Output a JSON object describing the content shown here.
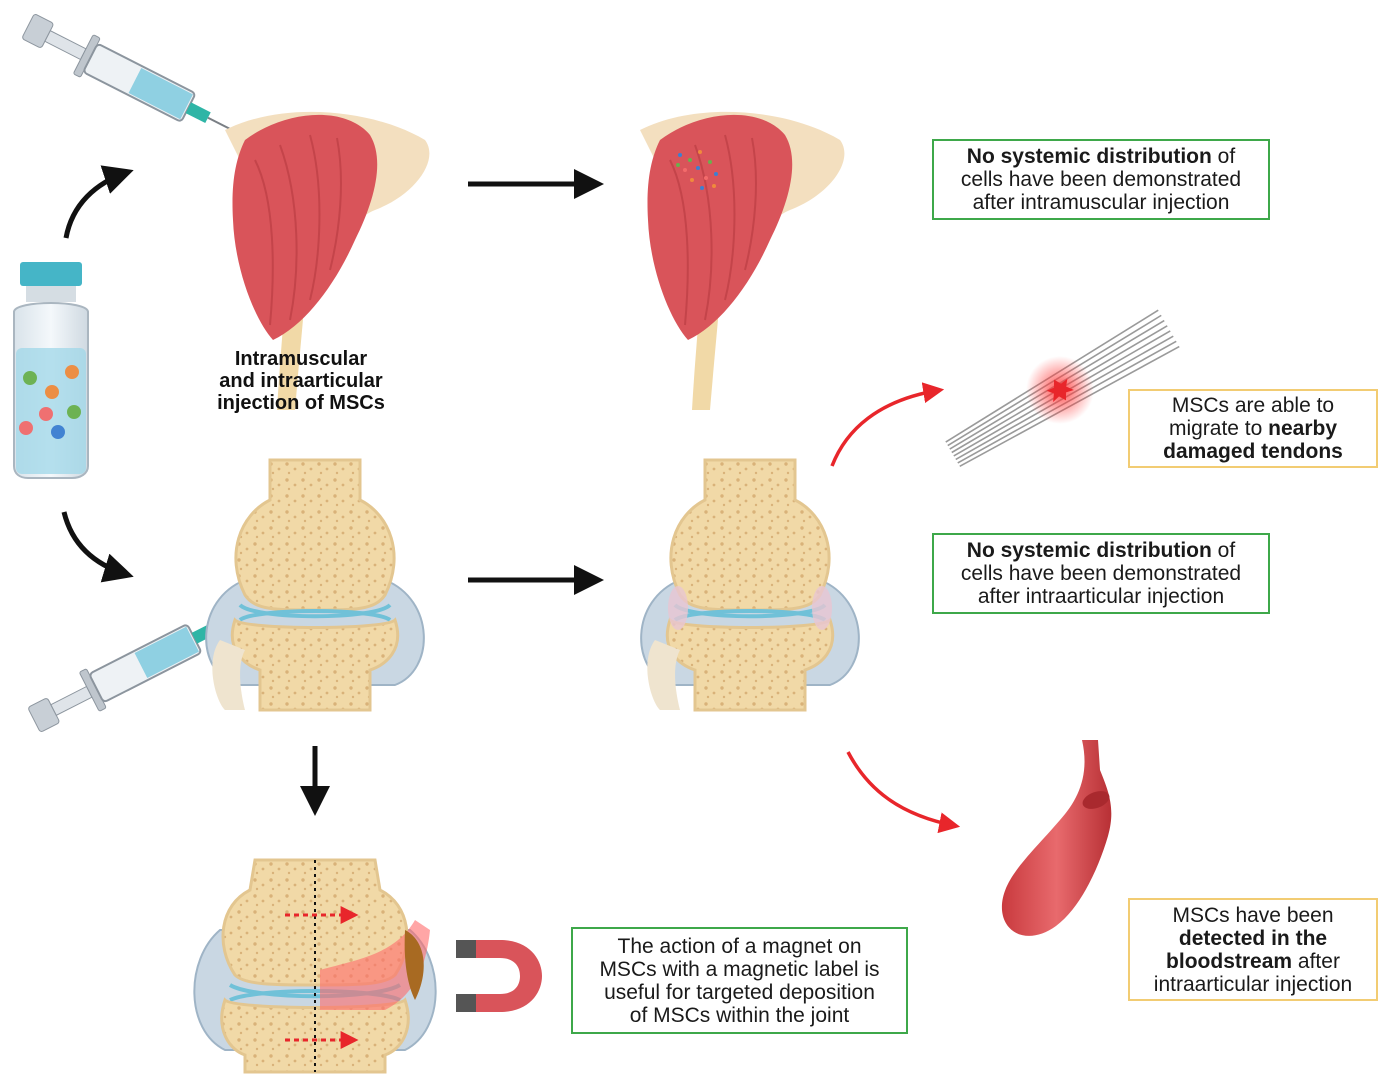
{
  "injection_label": [
    "Intramuscular",
    "and intraarticular",
    "injection of MSCs"
  ],
  "notes": {
    "intramuscular": {
      "line1_bold": "No systemic distribution",
      "line1_rest": " of",
      "line2": "cells have been demonstrated",
      "line3": "after intramuscular injection"
    },
    "intraarticular": {
      "line1_bold": "No systemic distribution",
      "line1_rest": " of",
      "line2": "cells have been demonstrated",
      "line3": "after intraarticular injection"
    },
    "tendons": {
      "line1": "MSCs are able to",
      "line2_plain": "migrate to ",
      "line2_bold": "nearby",
      "line3_bold": "damaged tendons"
    },
    "bloodstream": {
      "line1": "MSCs have been",
      "line2_bold": "detected in the",
      "line3_bold": "bloodstream",
      "line3_rest": " after",
      "line4": "intraarticular injection"
    },
    "magnet": {
      "line1": "The action of a magnet on",
      "line2": "MSCs with a magnetic label is",
      "line3": "useful for targeted deposition",
      "line4": "of MSCs within the joint"
    }
  },
  "colors": {
    "muscle": "#d9545a",
    "bone": "#f1d9a7",
    "arrow_black": "#111111",
    "arrow_red": "#e8262b",
    "note_green": "#3ea84a",
    "note_yellow": "#f2cc73",
    "vial_cap": "#45b5c7"
  },
  "icons": [
    "syringe-icon",
    "vial-icon",
    "shoulder-muscle-icon",
    "knee-joint-icon",
    "tendon-icon",
    "blood-vessel-icon",
    "magnet-icon"
  ]
}
